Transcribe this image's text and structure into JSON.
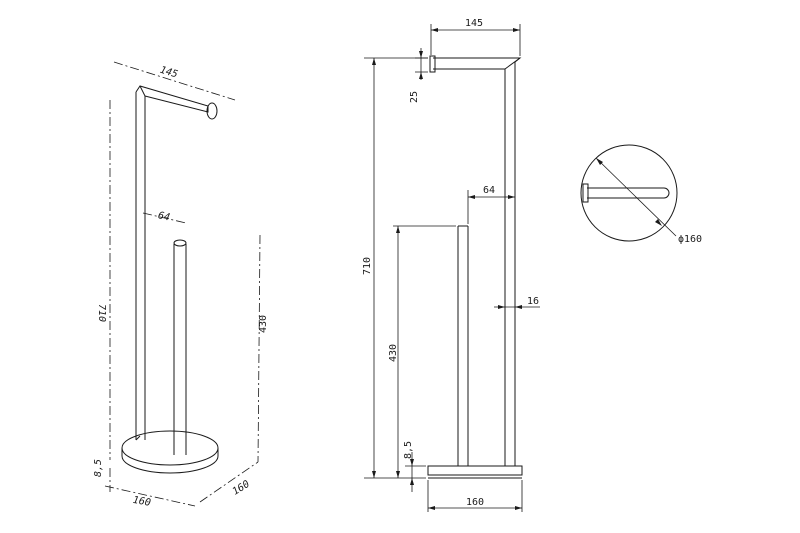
{
  "iso_view": {
    "dim_width": "145",
    "dim_offset": "64",
    "dim_height_total": "710",
    "dim_height_post": "430",
    "dim_base_thickness": "8,5",
    "dim_base_depth": "160",
    "dim_base_width": "160"
  },
  "front_view": {
    "dim_width": "145",
    "dim_arm": "25",
    "dim_offset": "64",
    "dim_height_total": "710",
    "dim_height_post": "430",
    "dim_base_thickness": "8,5",
    "dim_tube": "16",
    "dim_base_width": "160"
  },
  "base_detail": {
    "dim_diameter": "ϕ160"
  }
}
